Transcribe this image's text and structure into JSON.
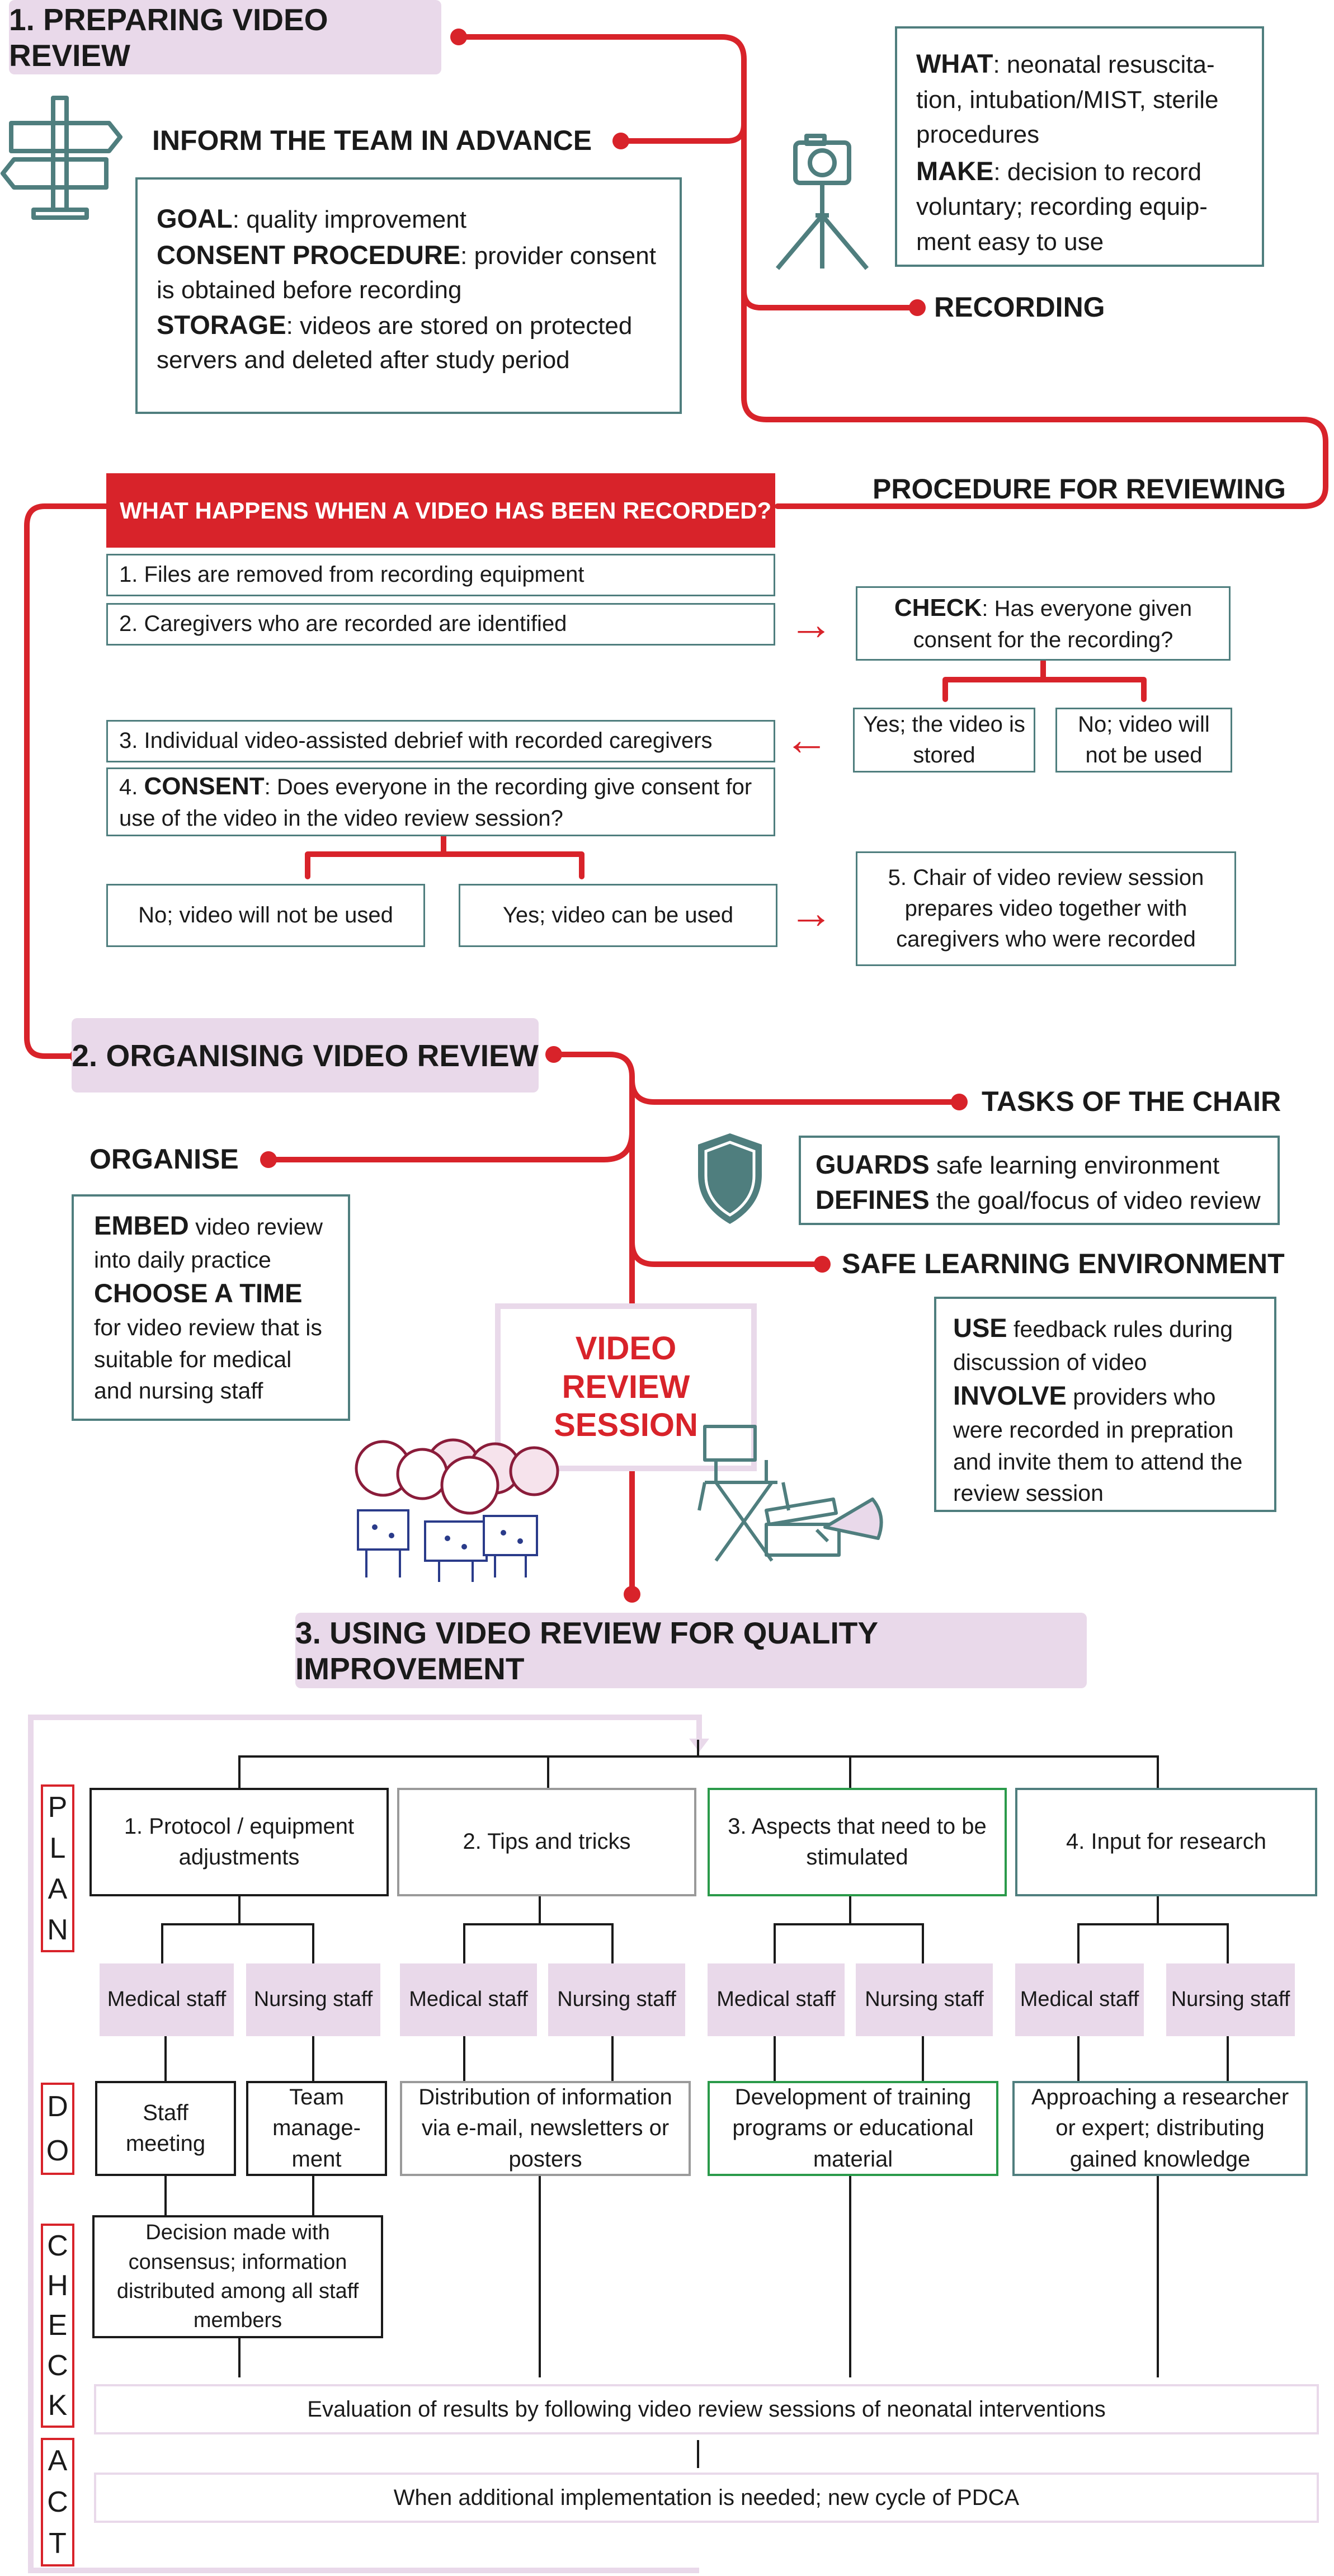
{
  "colors": {
    "red": "#d8232a",
    "teal": "#4f7e7e",
    "lilac": "#e9d9ea",
    "green": "#2a9a4a",
    "grey": "#9a9a9a"
  },
  "section1": {
    "title": "1. PREPARING VIDEO REVIEW",
    "inform": "INFORM THE TEAM IN ADVANCE",
    "goal_label": "GOAL",
    "goal_text": ": quality improvement",
    "consent_label": "CONSENT PROCEDURE",
    "consent_text": ": provider consent is obtained before recording",
    "storage_label": "STORAGE",
    "storage_text": ": videos are stored on protected servers and deleted after study period",
    "what_label": "WHAT",
    "what_text": ": neonatal resuscita-tion, intubation/MIST, sterile procedures",
    "make_label": "MAKE",
    "make_text": ": decision to record voluntary; recording equip-ment easy to use",
    "recording": "RECORDING",
    "procedure": "PROCEDURE FOR REVIEWING"
  },
  "recorded": {
    "title": "WHAT HAPPENS WHEN A VIDEO HAS BEEN RECORDED?",
    "step1": "1. Files are removed from recording equipment",
    "step2": "2. Caregivers who are recorded are identified",
    "check_label": "CHECK",
    "check_text": ": Has everyone given consent for the recording?",
    "yes_stored": "Yes; the video is stored",
    "no_not_used": "No; video will not be used",
    "step3": "3. Individual video-assisted debrief with recorded caregivers",
    "step4_prefix": "4. ",
    "step4_label": "CONSENT",
    "step4_text": ": Does everyone in the recording give consent for use of the video in the video review session?",
    "no_option": "No; video will not be used",
    "yes_option": "Yes; video can be used",
    "step5": "5. Chair of video review session prepares video together with caregivers who were recorded"
  },
  "section2": {
    "title": "2. ORGANISING VIDEO REVIEW",
    "tasks": "TASKS OF THE CHAIR",
    "guards_label": "GUARDS",
    "guards_text": " safe learning environment",
    "defines_label": "DEFINES",
    "defines_text": " the goal/focus of video review",
    "organise": "ORGANISE",
    "embed_label": "EMBED",
    "embed_text": " video review into daily practice",
    "choose_label": "CHOOSE A TIME",
    "choose_text": " for video review that is suitable for medical and nursing staff",
    "safe": "SAFE LEARNING ENVIRONMENT",
    "use_label": "USE",
    "use_text": " feedback rules during discussion of video",
    "involve_label": "INVOLVE",
    "involve_text": " providers who were recorded in prepration and invite them to attend the review session",
    "session": "VIDEO REVIEW SESSION"
  },
  "section3": {
    "title": "3. USING VIDEO REVIEW FOR QUALITY IMPROVEMENT",
    "plan": [
      "P",
      "L",
      "A",
      "N"
    ],
    "do": [
      "D",
      "O"
    ],
    "check": [
      "C",
      "H",
      "E",
      "C",
      "K"
    ],
    "act": [
      "A",
      "C",
      "T"
    ],
    "columns": [
      {
        "title": "1. Protocol / equipment adjustments",
        "medical": "Medical staff",
        "nursing": "Nursing staff",
        "do_medical": "Staff meeting",
        "do_nursing": "Team manage-ment",
        "check": "Decision made with consensus; information distributed among all staff members"
      },
      {
        "title": "2. Tips and tricks",
        "medical": "Medical staff",
        "nursing": "Nursing staff",
        "do": "Distribution of information via e-mail, newsletters or posters"
      },
      {
        "title": "3. Aspects that need to be stimulated",
        "medical": "Medical staff",
        "nursing": "Nursing staff",
        "do": "Development of training programs or educational material"
      },
      {
        "title": "4. Input for research",
        "medical": "Medical staff",
        "nursing": "Nursing staff",
        "do": "Approaching a researcher or expert; distributing gained knowledge"
      }
    ],
    "evaluation": "Evaluation of results by following video review sessions of neonatal interventions",
    "cycle": "When additional implementation is needed; new cycle of PDCA"
  }
}
